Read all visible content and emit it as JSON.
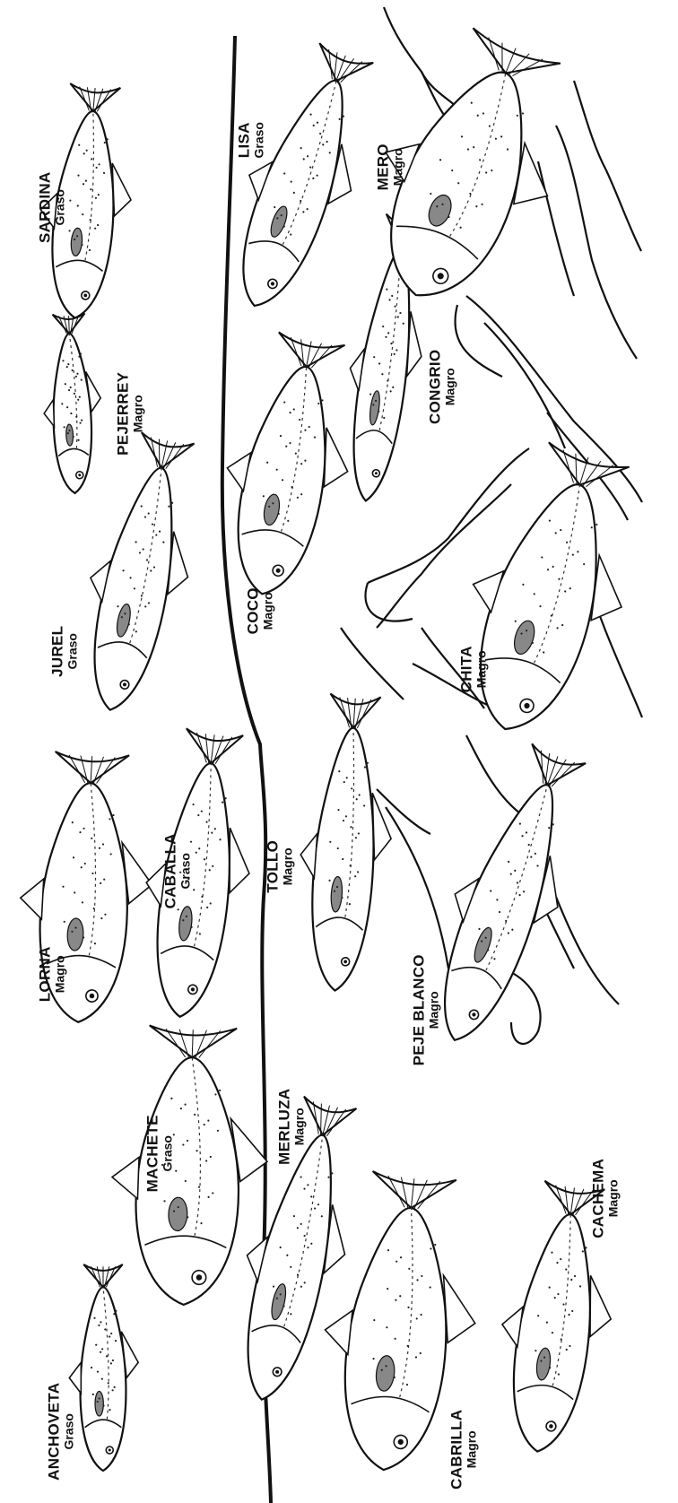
{
  "fish": [
    {
      "id": "anchoveta",
      "name": "ANCHOVETA",
      "type": "Graso"
    },
    {
      "id": "machete",
      "name": "MACHETE",
      "type": "Graso"
    },
    {
      "id": "lorna",
      "name": "LORNA",
      "type": "Magro"
    },
    {
      "id": "caballa",
      "name": "CABALLA",
      "type": "Graso"
    },
    {
      "id": "jurel",
      "name": "JUREL",
      "type": "Graso"
    },
    {
      "id": "pejerrey",
      "name": "PEJERREY",
      "type": "Magro"
    },
    {
      "id": "sardina",
      "name": "SARDINA",
      "type": "Graso"
    },
    {
      "id": "cabrilla",
      "name": "CABRILLA",
      "type": "Magro"
    },
    {
      "id": "merluza",
      "name": "MERLUZA",
      "type": "Magro"
    },
    {
      "id": "tollo",
      "name": "TOLLO",
      "type": "Magro"
    },
    {
      "id": "coco",
      "name": "COCO",
      "type": "Magro"
    },
    {
      "id": "lisa",
      "name": "LISA",
      "type": "Graso"
    },
    {
      "id": "cachema",
      "name": "CACHEMA",
      "type": "Magro"
    },
    {
      "id": "peje_blanco",
      "name": "PEJE BLANCO",
      "type": "Magro"
    },
    {
      "id": "chita",
      "name": "CHITA",
      "type": "Magro"
    },
    {
      "id": "congrio",
      "name": "CONGRIO",
      "type": "Magro"
    },
    {
      "id": "mero",
      "name": "MERO",
      "type": "Magro"
    }
  ]
}
